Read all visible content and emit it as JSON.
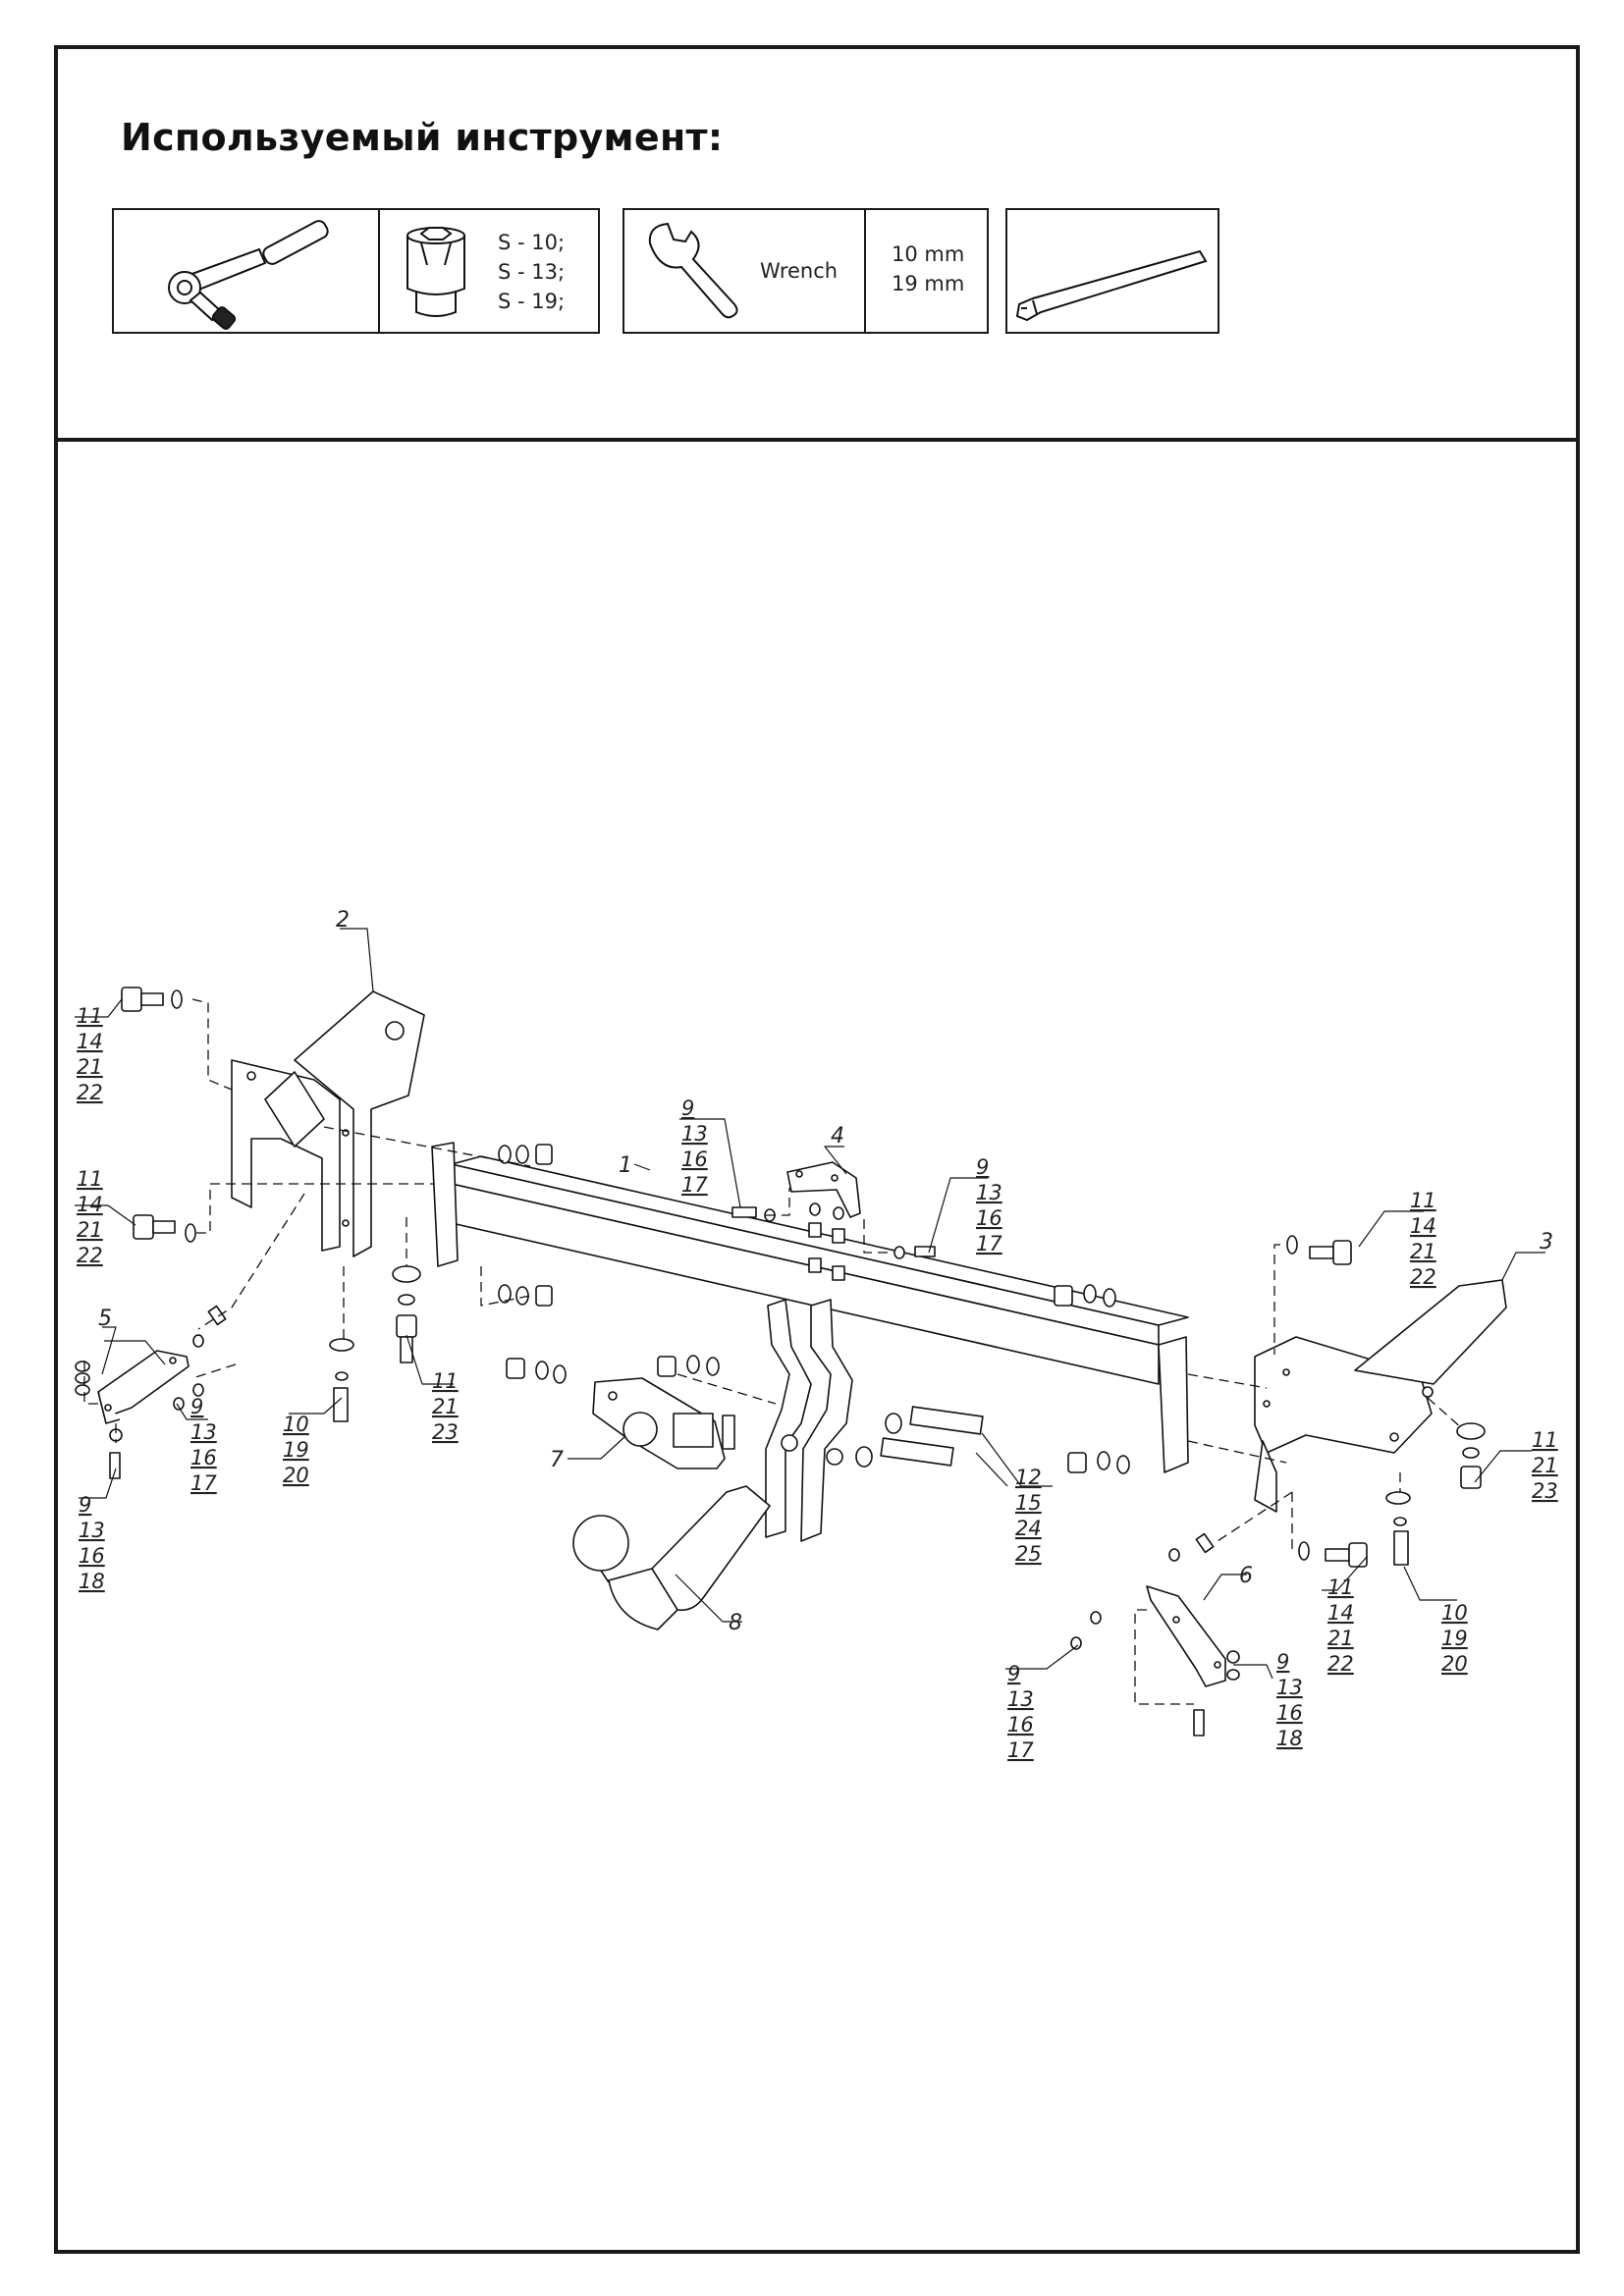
{
  "header": {
    "title": "Используемый инструмент:"
  },
  "tools": {
    "ratchet": {
      "icon": "ratchet-icon"
    },
    "socket": {
      "icon": "socket-icon",
      "sizes": [
        "S - 10;",
        "S - 13;",
        "S - 19;"
      ]
    },
    "wrench": {
      "icon": "wrench-icon",
      "label": "Wrench",
      "sizes": [
        "10 mm",
        "19 mm"
      ]
    },
    "pry_tool": {
      "icon": "trim-removal-tool-icon"
    }
  },
  "diagram": {
    "part_labels": {
      "p1": "1",
      "p2": "2",
      "p3": "3",
      "p4": "4",
      "p5": "5",
      "p6": "6",
      "p7": "7",
      "p8": "8"
    },
    "callouts": {
      "left_top_bolt": [
        "11",
        "14",
        "21",
        "22"
      ],
      "left_mid_bolt": [
        "11",
        "14",
        "21",
        "22"
      ],
      "left_bottom_bolt": [
        "11",
        "21",
        "23"
      ],
      "left_bottom_screw": [
        "10",
        "19",
        "20"
      ],
      "bracket5_nut": [
        "9",
        "13",
        "16",
        "17"
      ],
      "bracket5_screw": [
        "9",
        "13",
        "16",
        "18"
      ],
      "bracket4_left": [
        "9",
        "13",
        "16",
        "17"
      ],
      "bracket4_right": [
        "9",
        "13",
        "16",
        "17"
      ],
      "center_bolts": [
        "12",
        "15",
        "24",
        "25"
      ],
      "right_top_bolt": [
        "11",
        "14",
        "21",
        "22"
      ],
      "right_bottom_bolt": [
        "11",
        "21",
        "23"
      ],
      "right_mid_bolt": [
        "11",
        "14",
        "21",
        "22"
      ],
      "right_screw": [
        "10",
        "19",
        "20"
      ],
      "bracket6_nut": [
        "9",
        "13",
        "16",
        "17"
      ],
      "bracket6_screw": [
        "9",
        "13",
        "16",
        "18"
      ]
    }
  }
}
